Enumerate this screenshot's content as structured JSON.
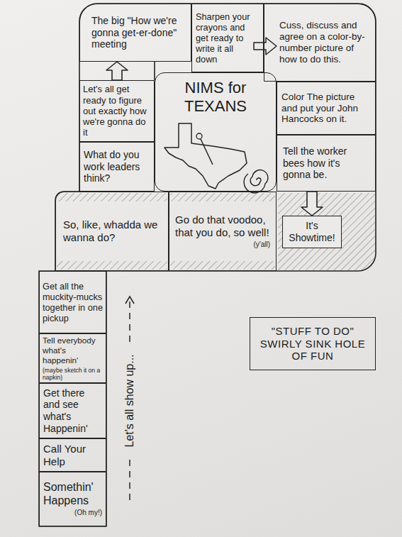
{
  "diagram": {
    "nodes": [
      {
        "text": [
          "Somethin' Happens",
          "(Oh my!)"
        ]
      },
      {
        "text": [
          "Call Your Help"
        ]
      },
      {
        "text": [
          "Get there and see what's Happenin'"
        ]
      },
      {
        "text": [
          "Tell everybody what's happenin'",
          "(maybe sketch it on a napkin)"
        ]
      },
      {
        "text": [
          "Get all the muckity-mucks together in one pickup"
        ]
      },
      {
        "text": [
          "So, like, whadda we wanna do?"
        ]
      },
      {
        "text": [
          "What do you work leaders think?"
        ]
      },
      {
        "text": [
          "Let's all get ready to figure out exactly how we're gonna do it"
        ]
      },
      {
        "text": [
          "The big \"How we're gonna get-er-done\" meeting"
        ]
      },
      {
        "text": [
          "Sharpen your crayons and get ready to write it all down"
        ]
      },
      {
        "text": [
          "Cuss, discuss and agree on a color-by-number picture of how to do this."
        ]
      },
      {
        "text": [
          "Color The picture and put your John Hancocks on it."
        ]
      },
      {
        "text": [
          "Tell the worker bees how it's gonna be."
        ]
      },
      {
        "text": [
          "It's Showtime!"
        ]
      },
      {
        "text": [
          "Go do that voodoo, that you do, so well!",
          "(y'all)"
        ]
      },
      {
        "text": [
          "NIMS for TEXANS"
        ]
      },
      {
        "text": [
          "\"STUFF TO DO\" SWIRLY SINK HOLE OF FUN"
        ]
      }
    ],
    "edges": [
      {
        "from": 7,
        "to": 8,
        "arrow": "to"
      },
      {
        "from": 12,
        "to": 13,
        "arrow": "to"
      }
    ],
    "labels": [
      "Let's all show up..."
    ]
  }
}
